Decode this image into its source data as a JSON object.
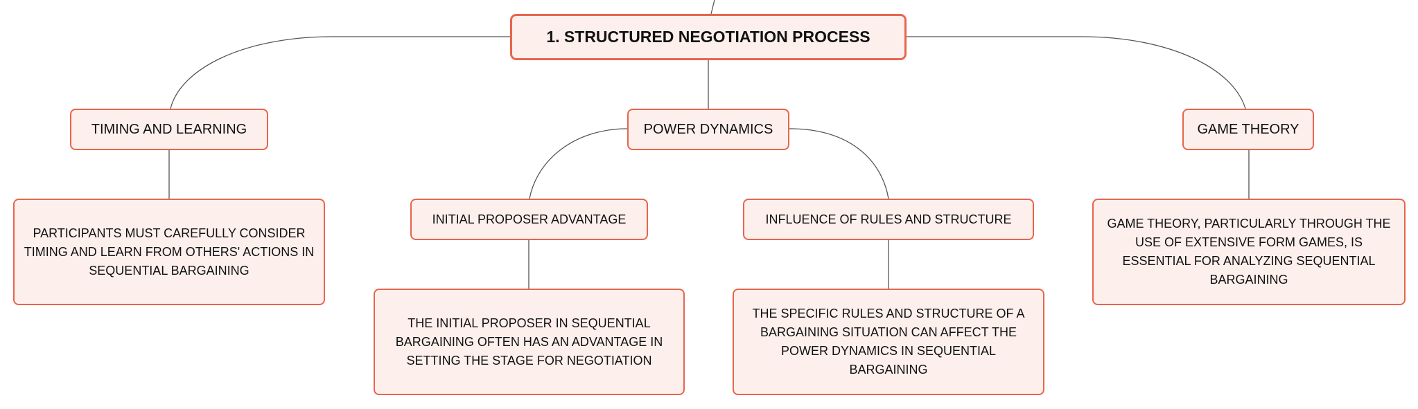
{
  "diagram": {
    "root": {
      "label": "1. STRUCTURED NEGOTIATION PROCESS"
    },
    "timing": {
      "label": "TIMING AND LEARNING",
      "detail": "PARTICIPANTS MUST CAREFULLY CONSIDER TIMING AND LEARN FROM OTHERS' ACTIONS IN SEQUENTIAL BARGAINING"
    },
    "power": {
      "label": "POWER DYNAMICS",
      "proposer": {
        "label": "INITIAL PROPOSER ADVANTAGE",
        "detail": "THE INITIAL PROPOSER IN SEQUENTIAL BARGAINING OFTEN HAS AN ADVANTAGE IN SETTING THE STAGE FOR NEGOTIATION"
      },
      "rules": {
        "label": "INFLUENCE OF RULES AND STRUCTURE",
        "detail": "THE SPECIFIC RULES AND STRUCTURE OF A BARGAINING SITUATION CAN AFFECT THE POWER DYNAMICS IN SEQUENTIAL BARGAINING"
      }
    },
    "game_theory": {
      "label": "GAME THEORY",
      "detail": "GAME THEORY, PARTICULARLY THROUGH THE USE OF EXTENSIVE FORM GAMES, IS ESSENTIAL FOR ANALYZING SEQUENTIAL BARGAINING"
    },
    "colors": {
      "node_border": "#e8644d",
      "node_fill": "#fdf0ec",
      "connector": "#555555",
      "text": "#111111"
    }
  }
}
